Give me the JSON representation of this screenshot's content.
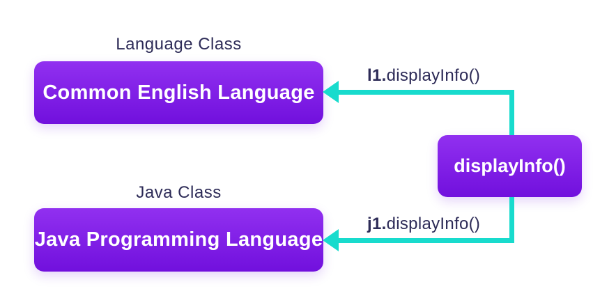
{
  "colors": {
    "background": "#ffffff",
    "box_gradient_top": "#9130f0",
    "box_gradient_bottom": "#7110dd",
    "arrow": "#18dbcd",
    "label_text": "#2d2b57",
    "box_text": "#ffffff"
  },
  "diagram": {
    "language_class": {
      "caption": "Language Class",
      "box_label": "Common English Language"
    },
    "java_class": {
      "caption": "Java Class",
      "box_label": "Java Programming Language"
    },
    "method_box": {
      "label": "displayInfo()"
    },
    "calls": [
      {
        "object_ref": "l1.",
        "method": "displayInfo()"
      },
      {
        "object_ref": "j1.",
        "method": "displayInfo()"
      }
    ]
  }
}
